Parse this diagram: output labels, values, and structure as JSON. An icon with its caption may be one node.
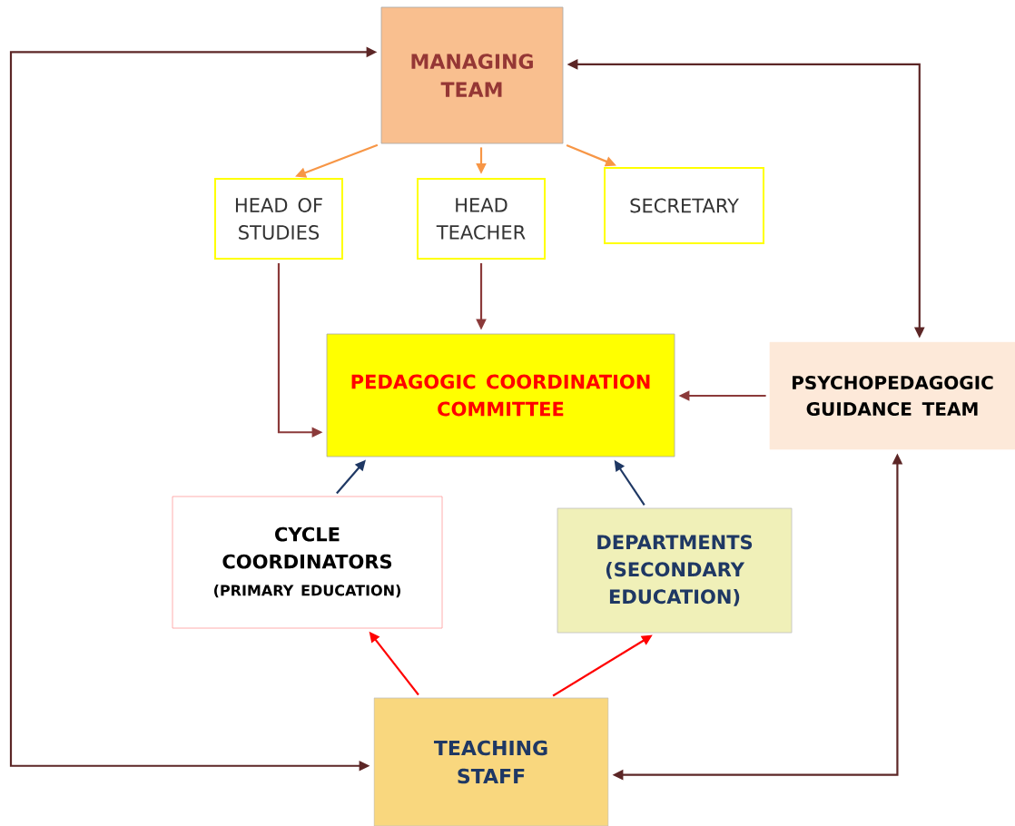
{
  "diagram": {
    "nodes": [
      {
        "text": [
          "MANAGING TEAM"
        ]
      },
      {
        "text": [
          "HEAD OF STUDIES"
        ]
      },
      {
        "text": [
          "HEAD TEACHER"
        ]
      },
      {
        "text": [
          "SECRETARY"
        ]
      },
      {
        "text": [
          "PEDAGOGIC COORDINATION COMMITTEE"
        ]
      },
      {
        "text": [
          "PSYCHOPEDAGOGIC GUIDANCE TEAM"
        ]
      },
      {
        "text": [
          "CYCLE COORDINATORS",
          "(PRIMARY EDUCATION)"
        ]
      },
      {
        "text": [
          "DEPARTMENTS (SECONDARY EDUCATION)"
        ]
      },
      {
        "text": [
          "TEACHING STAFF"
        ]
      }
    ],
    "edges": [
      {
        "from": 0,
        "to": 1,
        "arrow": "to",
        "color": "#f79646"
      },
      {
        "from": 0,
        "to": 2,
        "arrow": "to",
        "color": "#f79646"
      },
      {
        "from": 0,
        "to": 3,
        "arrow": "to",
        "color": "#f79646"
      },
      {
        "from": 1,
        "to": 4,
        "arrow": "to",
        "color": "#8b3a3a"
      },
      {
        "from": 2,
        "to": 4,
        "arrow": "to",
        "color": "#8b3a3a"
      },
      {
        "from": 5,
        "to": 4,
        "arrow": "to",
        "color": "#8b3a3a"
      },
      {
        "from": 6,
        "to": 4,
        "arrow": "to",
        "color": "#1f3864"
      },
      {
        "from": 7,
        "to": 4,
        "arrow": "to",
        "color": "#1f3864"
      },
      {
        "from": 8,
        "to": 6,
        "arrow": "to",
        "color": "#ff0000"
      },
      {
        "from": 8,
        "to": 7,
        "arrow": "to",
        "color": "#ff0000"
      },
      {
        "from": 0,
        "to": 8,
        "arrow": "both",
        "color": "#5c2626"
      },
      {
        "from": 0,
        "to": 5,
        "arrow": "both",
        "color": "#5c2626"
      },
      {
        "from": 5,
        "to": 8,
        "arrow": "both",
        "color": "#5c2626"
      }
    ]
  }
}
